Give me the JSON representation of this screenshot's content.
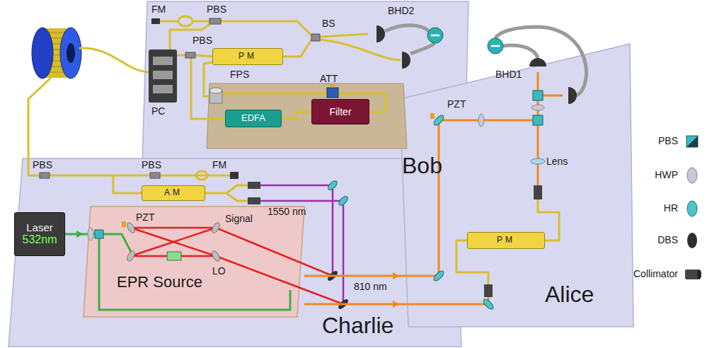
{
  "diagram": {
    "nodes": [
      {
        "text": [
          "Bob"
        ]
      },
      {
        "text": [
          "PM"
        ],
        "in": 0
      },
      {
        "text": [
          "EDFA"
        ],
        "in": 0
      },
      {
        "text": [
          "Filter"
        ],
        "in": 0
      },
      {
        "text": [
          "Charlie"
        ]
      },
      {
        "text": [
          "AM"
        ],
        "in": 4
      },
      {
        "text": [
          "Laser",
          "532nm"
        ],
        "in": 4
      },
      {
        "text": [
          "EPR Source"
        ],
        "in": 4
      },
      {
        "text": [
          "Alice"
        ]
      },
      {
        "text": [
          "PM"
        ],
        "in": 8
      }
    ],
    "edges": [
      {
        "from": 2,
        "to": 3,
        "arrow": "none"
      },
      {
        "from": 6,
        "to": 7,
        "arrow": "to"
      },
      {
        "from": 7,
        "to": 8,
        "arrow": "to"
      },
      {
        "from": 7,
        "to": 8,
        "arrow": "to"
      }
    ],
    "labels": [
      "FM",
      "PBS",
      "PBS",
      "PC",
      "BS",
      "BHD2",
      "FPS",
      "ATT",
      "PBS",
      "PBS",
      "FM",
      "1550 nm",
      "PZT",
      "Signal",
      "LO",
      "810 nm",
      "BHD1",
      "PZT",
      "Lens"
    ],
    "legend": [
      {
        "text": "PBS"
      },
      {
        "text": "HWP"
      },
      {
        "text": "HR"
      },
      {
        "text": "DBS"
      },
      {
        "text": "Collimator"
      }
    ]
  }
}
